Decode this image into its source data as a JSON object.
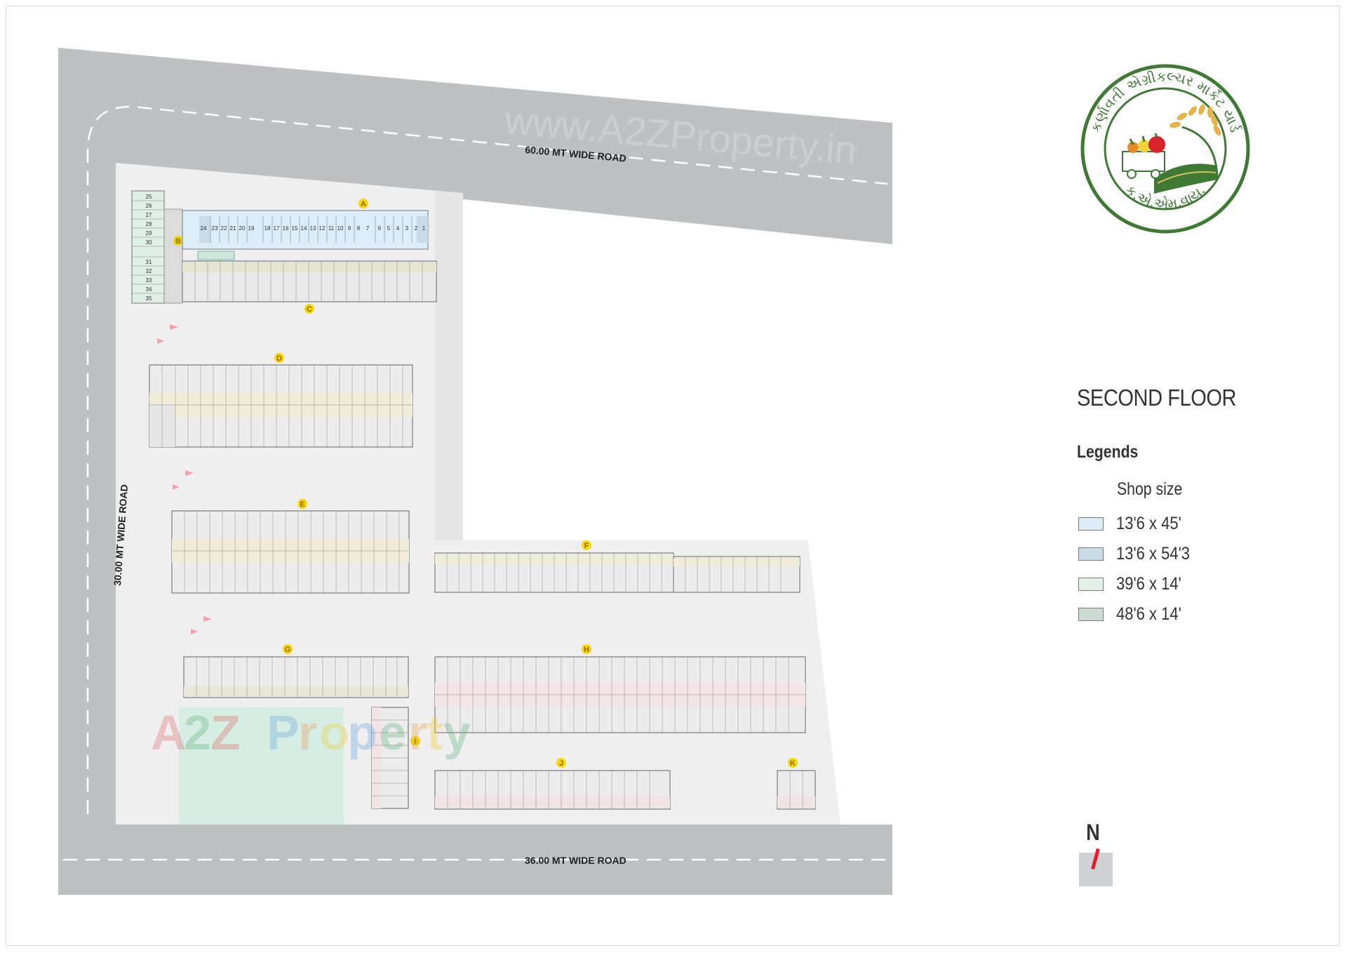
{
  "plan": {
    "title": "SECOND FLOOR",
    "watermark_url": "www.A2ZProperty.in",
    "watermark_brand": "A2Z Property",
    "roads": [
      {
        "id": "north-road",
        "label": "60.00 MT WIDE ROAD"
      },
      {
        "id": "west-road",
        "label": "30.00 MT WIDE ROAD"
      },
      {
        "id": "south-road",
        "label": "36.00 MT WIDE ROAD"
      }
    ],
    "blocks": [
      "A",
      "B",
      "C",
      "D",
      "E",
      "F",
      "G",
      "H",
      "I",
      "J",
      "K"
    ],
    "block_a_units": [
      "24",
      "23",
      "22",
      "21",
      "20",
      "19",
      "18",
      "17",
      "16",
      "15",
      "14",
      "13",
      "12",
      "11",
      "10",
      "9",
      "8",
      "7",
      "6",
      "5",
      "4",
      "3",
      "2",
      "1"
    ],
    "block_b_units": [
      "25",
      "26",
      "27",
      "28",
      "29",
      "30",
      "31",
      "32",
      "33",
      "34",
      "35"
    ]
  },
  "logo": {
    "top_text": "કર્ણાવતી એગ્રીકલ્ચર માર્કેટ યાર્ડ",
    "bottom_text": "ક.એ.એમ.વાય.",
    "colors": {
      "ring": "#3f7a35",
      "wheat": "#e8b24a",
      "tomato": "#d8232a"
    }
  },
  "legend": {
    "heading": "Legends",
    "subheading": "Shop size",
    "items": [
      {
        "label": "13'6 x 45'",
        "color": "#dcedf8"
      },
      {
        "label": "13'6 x 54'3",
        "color": "#c9dbe6"
      },
      {
        "label": "39'6 x 14'",
        "color": "#e2f2e8"
      },
      {
        "label": "48'6 x 14'",
        "color": "#cdd9d3"
      }
    ]
  },
  "compass": {
    "label": "N",
    "needle_color": "#e31e2d"
  }
}
